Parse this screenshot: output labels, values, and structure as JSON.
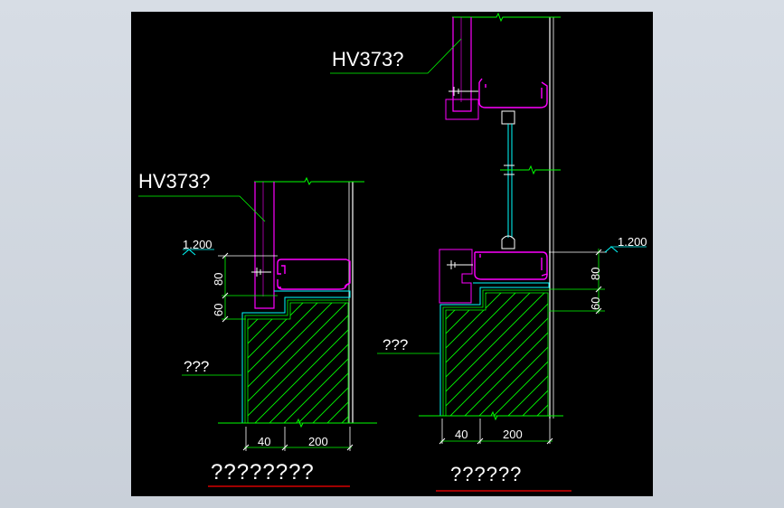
{
  "colors": {
    "background": "#000000",
    "frame": "#cdd4dc",
    "line_white": "#ffffff",
    "line_green": "#00ff00",
    "line_magenta": "#ff00ff",
    "line_cyan": "#00ffff",
    "hatch": "#00ff00",
    "underline_red": "#ff0000"
  },
  "left_detail": {
    "part_label": "HV373?",
    "elevation": "1.200",
    "dim_80": "80",
    "dim_60": "60",
    "wall_label": "???",
    "dim_40": "40",
    "dim_200": "200",
    "caption": "????????"
  },
  "right_detail": {
    "part_label": "HV373?",
    "elevation": "1.200",
    "dim_80": "80",
    "dim_60": "60",
    "wall_label": "???",
    "dim_40": "40",
    "dim_200": "200",
    "caption": "??????"
  }
}
